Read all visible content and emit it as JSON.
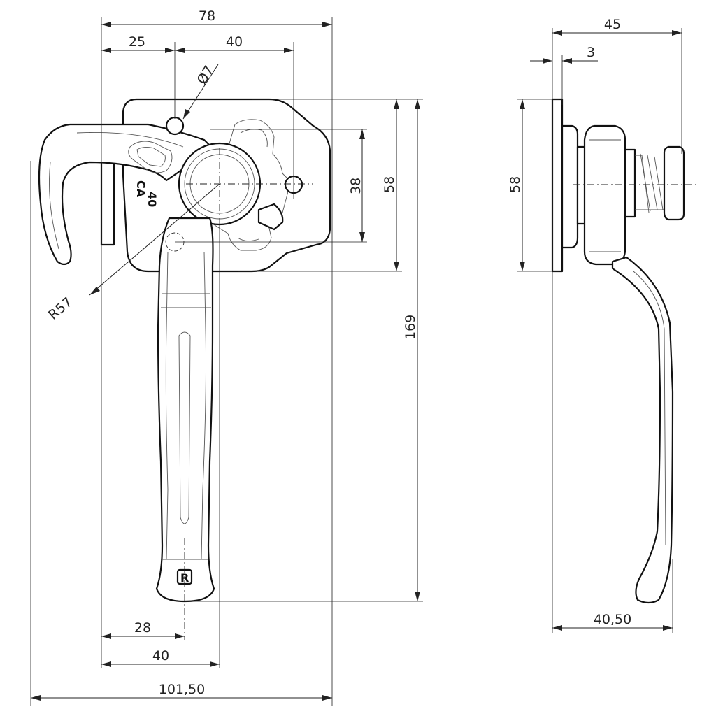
{
  "drawing": {
    "front_view": {
      "dimensions": {
        "overall_top_width": "78",
        "hook_to_hole": "25",
        "hole_spacing": "40",
        "hole_diameter": "Ø7",
        "mount_hole_spacing": "38",
        "plate_height": "58",
        "overall_height": "169",
        "hook_radius": "R57",
        "handle_offset": "28",
        "handle_width": "40",
        "overall_width": "101,50"
      },
      "stamp_text_line1": "CA",
      "stamp_text_line2": "40",
      "logo_letter": "R"
    },
    "side_view": {
      "dimensions": {
        "overall_depth": "45",
        "plate_thickness": "3",
        "plate_height": "58",
        "handle_depth": "40,50"
      }
    }
  }
}
